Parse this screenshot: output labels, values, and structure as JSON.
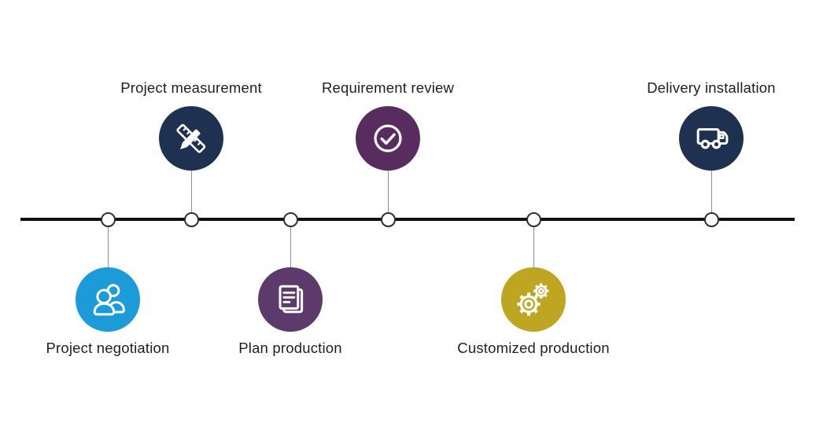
{
  "canvas": {
    "background": "#ffffff"
  },
  "timeline": {
    "axis_color": "#111111",
    "connector_color": "#8f8f8f",
    "node_fill": "#ffffff",
    "node_border": "#2e2e2e",
    "label_color": "#1e1e1e",
    "steps": [
      {
        "label": "Project negotiation",
        "side": "below",
        "icon": "people-icon",
        "color": "#1B9BD8"
      },
      {
        "label": "Project measurement",
        "side": "above",
        "icon": "ruler-pencil-icon",
        "color": "#1F3150"
      },
      {
        "label": "Plan production",
        "side": "below",
        "icon": "document-icon",
        "color": "#5C3A6B"
      },
      {
        "label": "Requirement review",
        "side": "above",
        "icon": "check-circle-icon",
        "color": "#582C5F"
      },
      {
        "label": "Customized production",
        "side": "below",
        "icon": "gears-icon",
        "color": "#BFA622"
      },
      {
        "label": "Delivery installation",
        "side": "above",
        "icon": "truck-icon",
        "color": "#1F3150"
      }
    ]
  }
}
